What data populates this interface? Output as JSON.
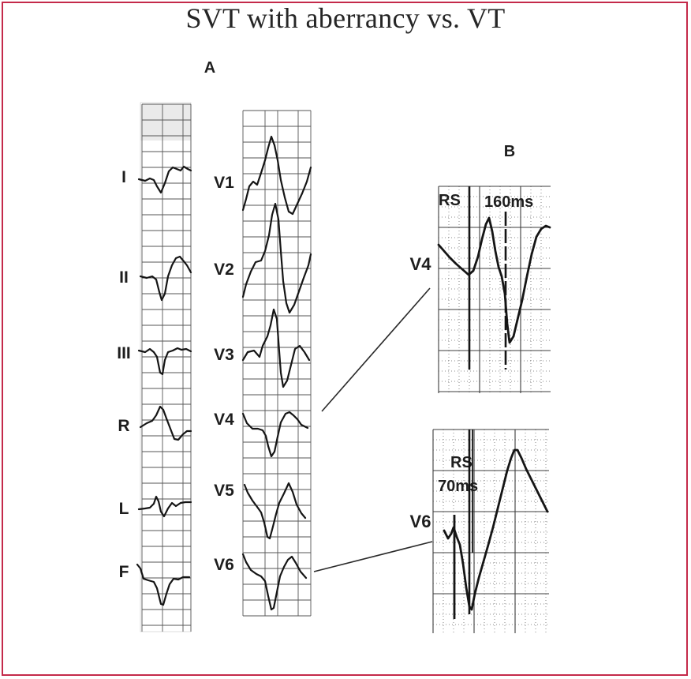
{
  "title": "SVT with aberrancy vs. VT",
  "panels": {
    "a": {
      "label": "A"
    },
    "b": {
      "label": "B"
    }
  },
  "limb_leads": [
    "I",
    "II",
    "III",
    "R",
    "L",
    "F"
  ],
  "chest_leads": [
    "V1",
    "V2",
    "V3",
    "V4",
    "V5",
    "V6"
  ],
  "detail_v4": {
    "lead": "V4",
    "marker": "RS",
    "interval": "160ms"
  },
  "detail_v6": {
    "lead": "V6",
    "marker": "RS",
    "interval": "70ms"
  },
  "colors": {
    "frame": "#c42a4a",
    "trace": "#151515",
    "grid": "#3c3c3c"
  }
}
